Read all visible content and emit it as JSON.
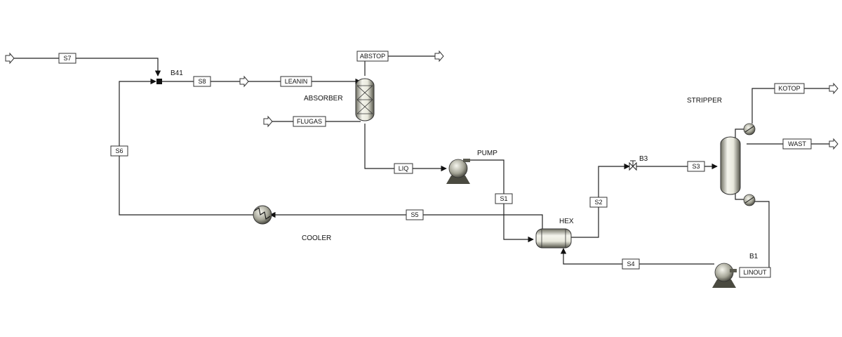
{
  "blocks": {
    "b41": "B41",
    "absorber": "ABSORBER",
    "pump": "PUMP",
    "hex": "HEX",
    "cooler": "COOLER",
    "b3": "B3",
    "stripper": "STRIPPER",
    "b1": "B1"
  },
  "streams": {
    "s7": "S7",
    "s8": "S8",
    "leanin": "LEANIN",
    "abstop": "ABSTOP",
    "flugas": "FLUGAS",
    "s6": "S6",
    "liq": "LIQ",
    "s1": "S1",
    "s5": "S5",
    "s2": "S2",
    "s3": "S3",
    "s4": "S4",
    "kotop": "KOTOP",
    "wast": "WAST",
    "linout": "LINOUT"
  },
  "colors": {
    "line": "#222222",
    "equipment_light": "#f2f2ea",
    "equipment_dark": "#4a4a40"
  }
}
